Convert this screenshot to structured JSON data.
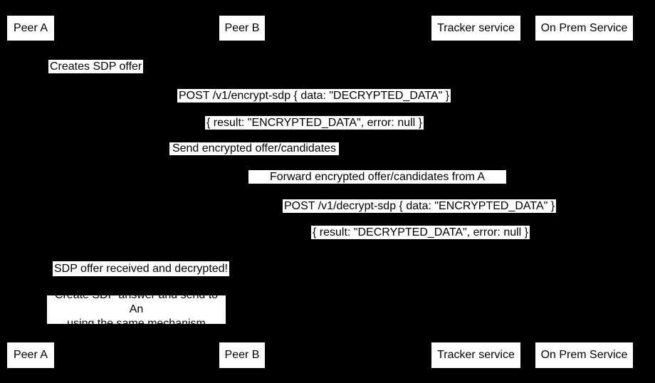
{
  "diagram": {
    "kind": "sequence-diagram",
    "background_color": "#000000",
    "box_fill_color": "#ffffff",
    "text_color": "#000000"
  },
  "participants": [
    {
      "label": "Peer A"
    },
    {
      "label": "Peer B"
    },
    {
      "label": "Tracker service"
    },
    {
      "label": "On Prem Service"
    }
  ],
  "messages": [
    {
      "label": "Creates SDP offer"
    },
    {
      "label": "POST /v1/encrypt-sdp { data: \"DECRYPTED_DATA\" }"
    },
    {
      "label": "{ result: \"ENCRYPTED_DATA\", error: null }"
    },
    {
      "label": "Send encrypted offer/candidates"
    },
    {
      "label": "Forward encrypted offer/candidates from A"
    },
    {
      "label": "POST /v1/decrypt-sdp { data: \"ENCRYPTED_DATA\" }"
    },
    {
      "label": "{ result: \"DECRYPTED_DATA\", error: null }"
    },
    {
      "label": "SDP offer received and decrypted!"
    }
  ],
  "note": {
    "line1": "Create SDP answer and send to An",
    "line2": "using the same mechanism"
  }
}
